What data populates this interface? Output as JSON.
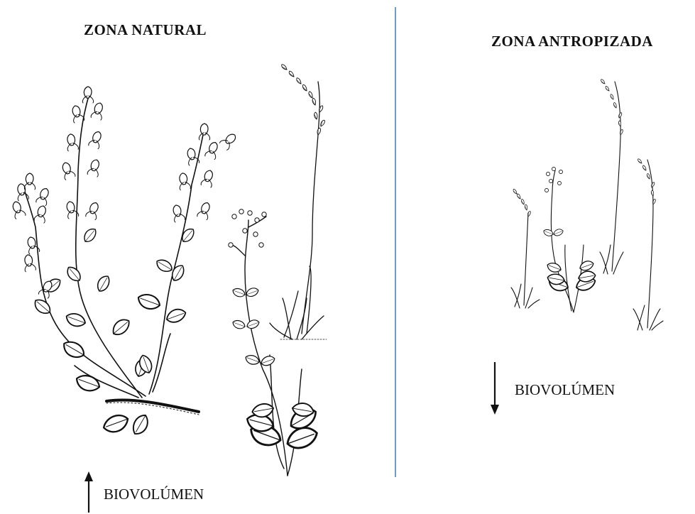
{
  "left_panel": {
    "title": "ZONA NATURAL",
    "indicator": {
      "direction": "up",
      "label": "BIOVOLÚMEN"
    }
  },
  "right_panel": {
    "title": "ZONA ANTROPIZADA",
    "indicator": {
      "direction": "down",
      "label": "BIOVOLÚMEN"
    }
  },
  "colors": {
    "divider": "#6f9cc9",
    "ink": "#111111"
  },
  "icons": [
    "arrow-up-icon",
    "arrow-down-icon"
  ]
}
